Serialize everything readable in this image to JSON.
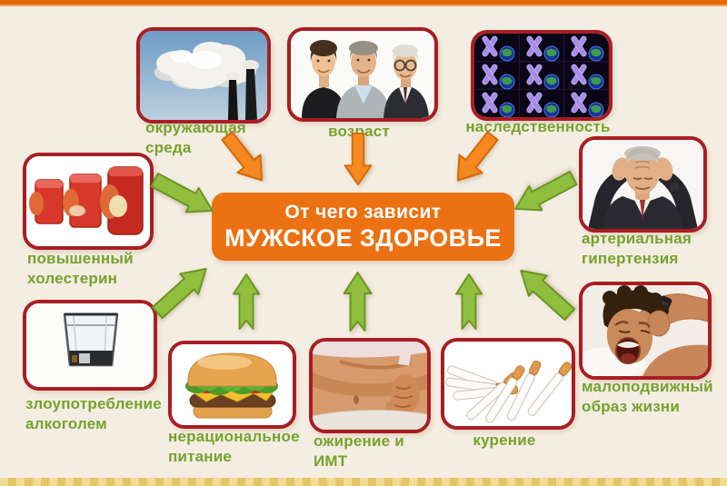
{
  "title": {
    "line1": "От чего зависит",
    "line2": "МУЖСКОЕ ЗДОРОВЬЕ"
  },
  "factors": [
    {
      "id": "environment",
      "label": "окружающая среда",
      "image": "smokestacks-pollution"
    },
    {
      "id": "age",
      "label": "возраст",
      "image": "three-generations-men"
    },
    {
      "id": "heredity",
      "label": "наследственность",
      "image": "chromosomes-grid"
    },
    {
      "id": "cholesterol",
      "label": "повышенный холестерин",
      "image": "artery-cross-sections"
    },
    {
      "id": "hypertension",
      "label": "артериальная гипертензия",
      "image": "man-clutching-head"
    },
    {
      "id": "alcohol",
      "label": "злоупотребление алкоголем",
      "image": "glass-of-alcohol"
    },
    {
      "id": "nutrition",
      "label": "нерациональное питание",
      "image": "hamburger"
    },
    {
      "id": "obesity",
      "label": "ожирение и ИМТ",
      "image": "overweight-belly"
    },
    {
      "id": "smoking",
      "label": "курение",
      "image": "cigarettes"
    },
    {
      "id": "sedentary",
      "label": "малоподвижный образ жизни",
      "image": "yawning-man"
    }
  ],
  "colors": {
    "background": "#F4EDE2",
    "center_box_orange": "#EC7112",
    "arrow_orange": "#F5881F",
    "arrow_green": "#8FBF3C",
    "caption_green": "#76A22D",
    "frame_border_red": "#A81E22",
    "top_bar_orange": "#E5690B",
    "bottom_bar_gold": "#E3C566",
    "title_text": "#FFFFFF"
  }
}
